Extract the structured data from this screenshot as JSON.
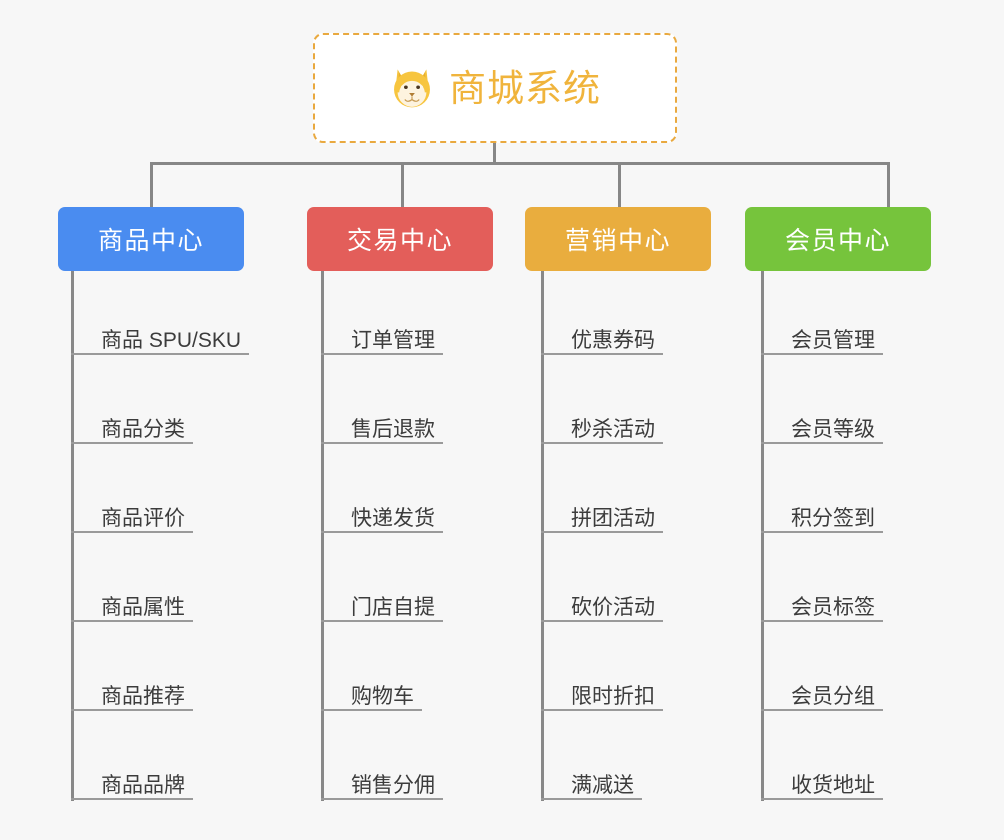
{
  "page": {
    "background_color": "#f7f7f7",
    "type": "mind-map"
  },
  "root": {
    "title": "商城系统",
    "icon": "shiba-dog-face-icon",
    "border_color": "#e9a93f",
    "text_color": "#f0b43c",
    "background_color": "#ffffff"
  },
  "connector_color": "#878787",
  "branches": [
    {
      "label": "商品中心",
      "color": "#4a8cf0",
      "items": [
        "商品 SPU/SKU",
        "商品分类",
        "商品评价",
        "商品属性",
        "商品推荐",
        "商品品牌"
      ]
    },
    {
      "label": "交易中心",
      "color": "#e35e5a",
      "items": [
        "订单管理",
        "售后退款",
        "快递发货",
        "门店自提",
        "购物车",
        "销售分佣"
      ]
    },
    {
      "label": "营销中心",
      "color": "#e9ad3e",
      "items": [
        "优惠券码",
        "秒杀活动",
        "拼团活动",
        "砍价活动",
        "限时折扣",
        "满减送"
      ]
    },
    {
      "label": "会员中心",
      "color": "#76c43c",
      "items": [
        "会员管理",
        "会员等级",
        "积分签到",
        "会员标签",
        "会员分组",
        "收货地址"
      ]
    }
  ]
}
